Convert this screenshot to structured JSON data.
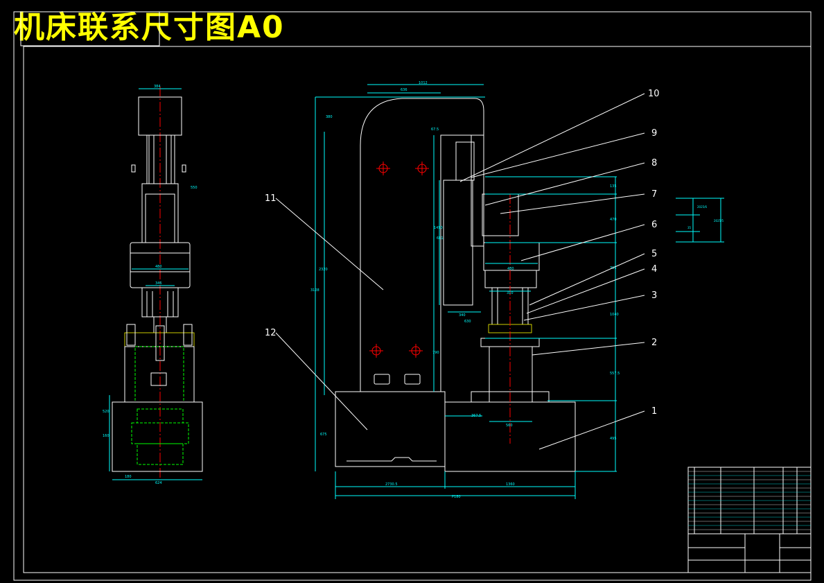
{
  "title": "机床联系尺寸图A0",
  "callouts": [
    "1",
    "2",
    "3",
    "4",
    "5",
    "6",
    "7",
    "8",
    "9",
    "10",
    "11",
    "12"
  ],
  "dimensions": {
    "left_top_width": "384",
    "left_side": "550",
    "left_mid": "480",
    "left_lower": "346",
    "left_base_a": "520",
    "left_base_b": "160",
    "left_bottom_a": "180",
    "left_bottom_b": "624",
    "front_top_a": "1012",
    "front_top_b": "636",
    "front_v_a": "380",
    "front_v_b": "67.5",
    "front_total_h": "3128",
    "front_col_h": "2320",
    "front_lower_h": "790",
    "front_base_h": "675",
    "front_w_a": "2730.5",
    "front_w_b": "1360",
    "front_total_w": "P180",
    "head_w": "480",
    "spindle_w": "310",
    "slide_a": "340",
    "slide_b": "630",
    "table_a": "367.5",
    "table_b": "560",
    "right_h_a": "135",
    "right_h_b": "470",
    "right_h_c": "395",
    "right_h_d": "1040",
    "right_h_e": "557.5",
    "right_h_f": "495",
    "slide_v": "1450",
    "slide_v2": "611",
    "detail_a": "2025/6",
    "detail_b": "35",
    "detail_c": "2025/5"
  },
  "colors": {
    "background": "#000000",
    "title": "#ffff00",
    "dimension": "#00ffff",
    "outline": "#ffffff",
    "centerline": "#ff0000",
    "hidden": "#00ff00"
  }
}
